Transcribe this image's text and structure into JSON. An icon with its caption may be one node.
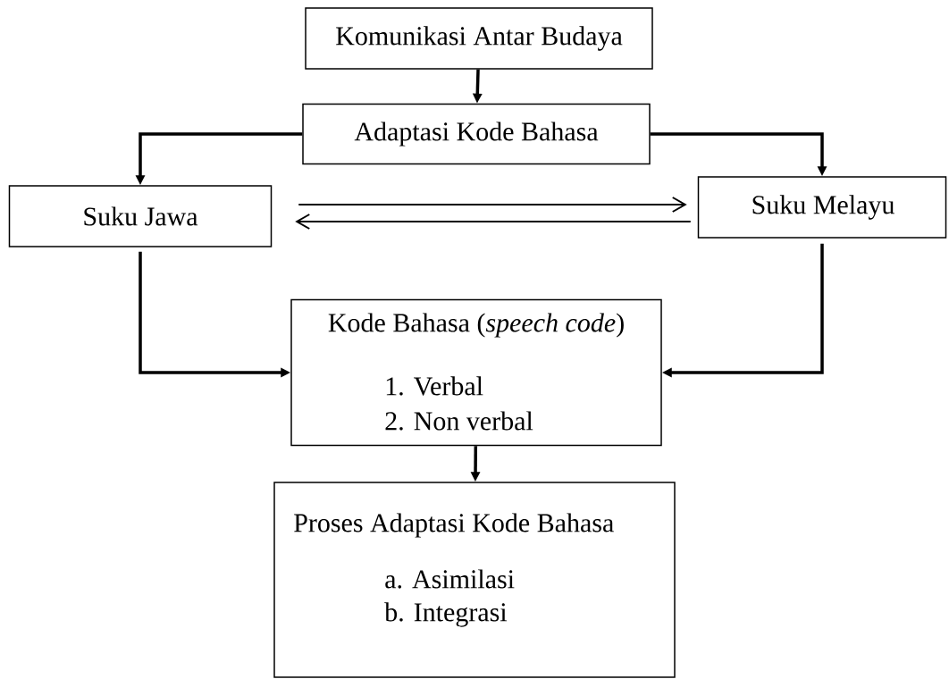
{
  "diagram": {
    "nodes": [
      {
        "text": [
          "Komunikasi Antar Budaya"
        ]
      },
      {
        "text": [
          "Adaptasi Kode Bahasa"
        ]
      },
      {
        "text": [
          "Suku Jawa"
        ]
      },
      {
        "text": [
          "Suku Melayu"
        ]
      },
      {
        "text": [
          "Kode Bahasa (*speech code*)",
          "1. Verbal",
          "2. Non verbal"
        ]
      },
      {
        "text": [
          "Proses Adaptasi Kode Bahasa",
          "a. Asimilasi",
          "b. Integrasi"
        ]
      }
    ],
    "edges": [
      {
        "from": 0,
        "to": 1,
        "arrow": "to"
      },
      {
        "from": 1,
        "to": 2,
        "arrow": "to"
      },
      {
        "from": 1,
        "to": 3,
        "arrow": "to"
      },
      {
        "from": 2,
        "to": 3,
        "arrow": "to"
      },
      {
        "from": 3,
        "to": 2,
        "arrow": "to"
      },
      {
        "from": 2,
        "to": 4,
        "arrow": "to"
      },
      {
        "from": 3,
        "to": 4,
        "arrow": "to"
      },
      {
        "from": 4,
        "to": 5,
        "arrow": "to"
      }
    ]
  }
}
